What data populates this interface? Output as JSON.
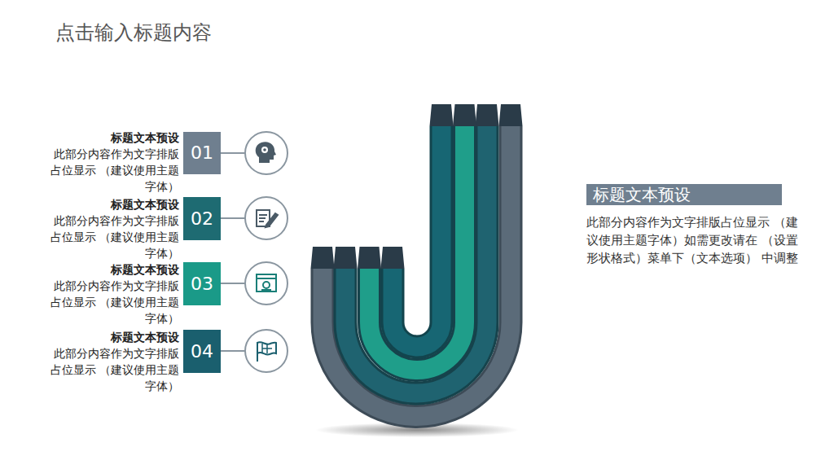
{
  "diagram": {
    "title": "点击输入标题内容",
    "nodes": [
      {
        "text": [
          "01"
        ]
      },
      {
        "text": [
          "02"
        ]
      },
      {
        "text": [
          "03"
        ]
      },
      {
        "text": [
          "04"
        ]
      },
      {
        "text": [
          "标题文本预设",
          "此部分内容作为文字排版占位显示 （建议使用主题字体）如需更改请在 （设置形状格式）菜单下（文本选项） 中调整"
        ]
      }
    ],
    "labels": [
      "标题文本预设",
      "此部分内容作为文字排版 占位显示 （建议使用主题字体）",
      "标题文本预设",
      "此部分内容作为文字排版 占位显示 （建议使用主题字体）",
      "标题文本预设",
      "此部分内容作为文字排版 占位显示 （建议使用主题字体）",
      "标题文本预设",
      "此部分内容作为文字排版 占位显示 （建议使用主题字体）"
    ]
  }
}
